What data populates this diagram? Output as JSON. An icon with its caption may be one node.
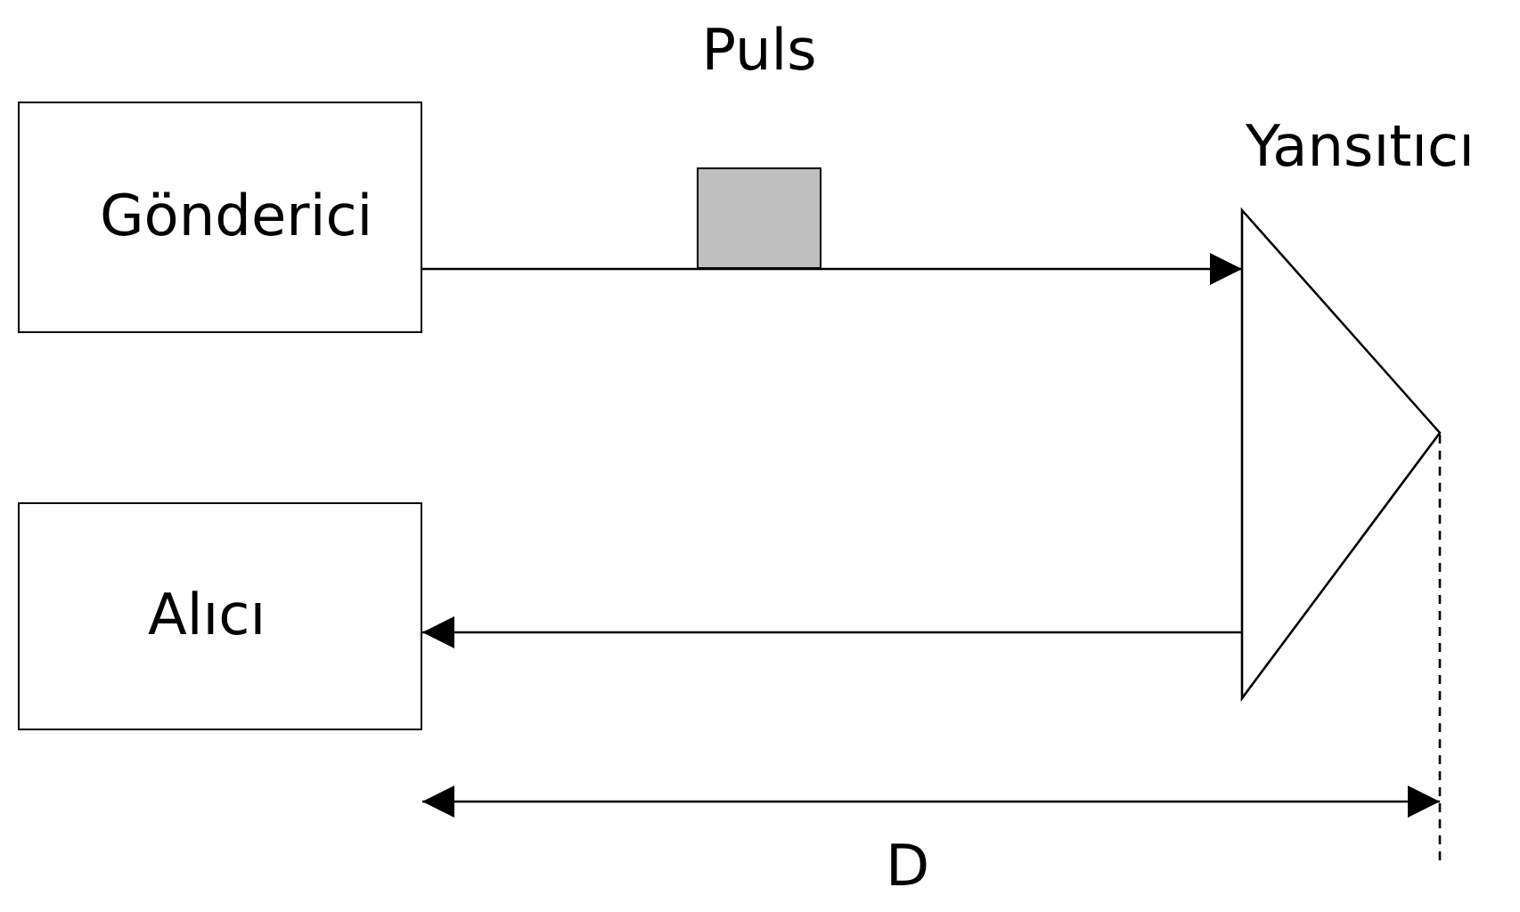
{
  "diagram": {
    "nodes": [
      {
        "text": [
          "Gönderici"
        ]
      },
      {
        "text": [
          "Alıcı"
        ]
      },
      {
        "text": [
          "Yansıtıcı"
        ]
      },
      {
        "text": [
          "Puls"
        ]
      }
    ],
    "edges": [
      {
        "from": 0,
        "to": 2,
        "arrow": "to"
      },
      {
        "from": 2,
        "to": 1,
        "arrow": "to"
      }
    ],
    "labels": [
      "D"
    ]
  }
}
